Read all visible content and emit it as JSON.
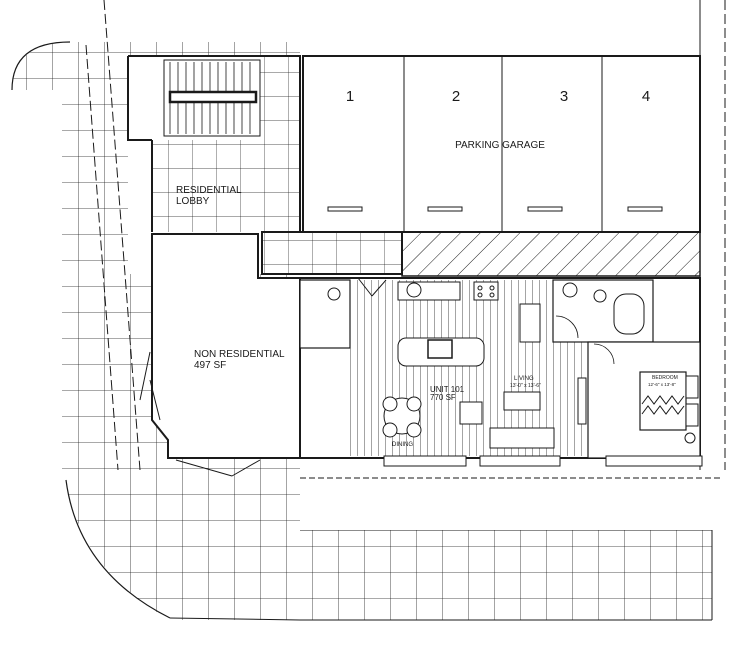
{
  "plan": {
    "parking_stalls": [
      "1",
      "2",
      "3",
      "4"
    ],
    "parking_label": "PARKING GARAGE",
    "lobby_label": [
      "RESIDENTIAL",
      "LOBBY"
    ],
    "nonres_label": [
      "NON RESIDENTIAL",
      "497 SF"
    ],
    "unit_label": [
      "UNIT 101",
      "770 SF"
    ],
    "living_label": [
      "LIVING",
      "13'-0\" x 13'-6\""
    ],
    "dining_label": "DINING",
    "bedroom_label": [
      "BEDROOM",
      "12'-6\" x 13'-8\""
    ]
  },
  "colors": {
    "line": "#1a1a1a",
    "paper": "#ffffff"
  }
}
